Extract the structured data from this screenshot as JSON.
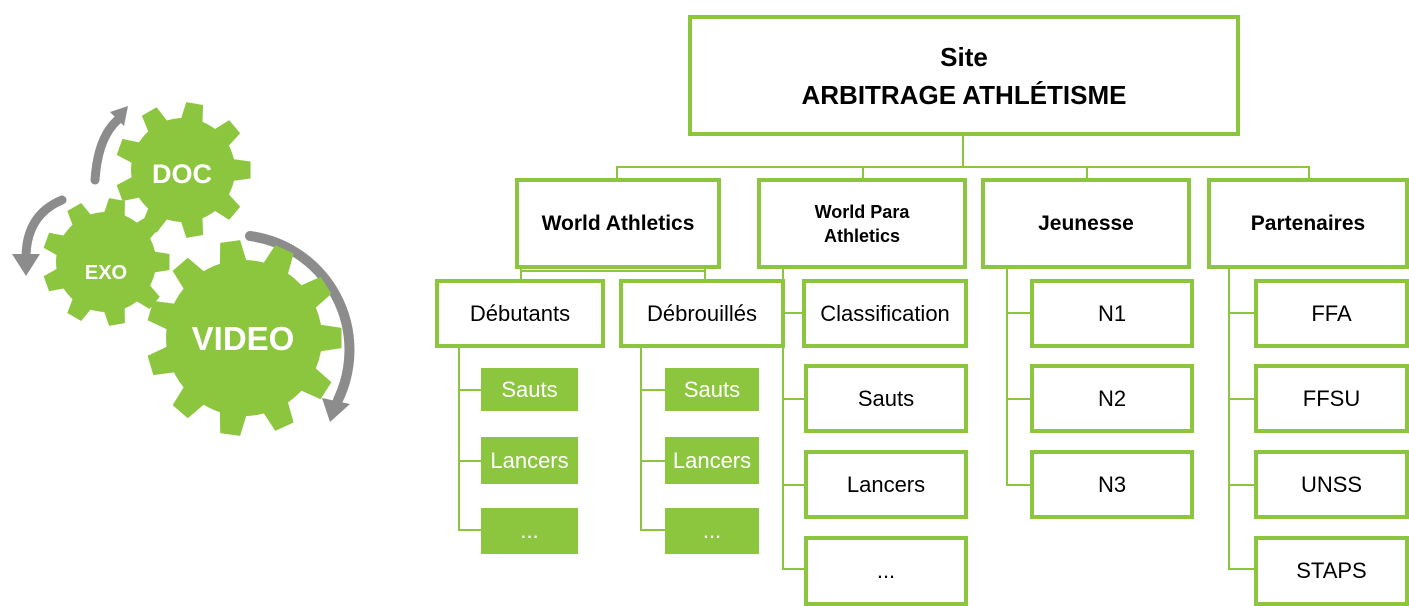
{
  "gears": {
    "doc": "DOC",
    "exo": "EXO",
    "video": "VIDEO"
  },
  "root": {
    "line1": "Site",
    "line2": "ARBITRAGE ATHLÉTISME"
  },
  "categories": {
    "world_athletics": "World Athletics",
    "world_para_line1": "World Para",
    "world_para_line2": "Athletics",
    "jeunesse": "Jeunesse",
    "partenaires": "Partenaires"
  },
  "world_athletics": {
    "debutants": {
      "label": "Débutants",
      "items": [
        "Sauts",
        "Lancers",
        "..."
      ]
    },
    "debrouilles": {
      "label": "Débrouillés",
      "items": [
        "Sauts",
        "Lancers",
        "..."
      ]
    }
  },
  "world_para": {
    "items": [
      "Classification",
      "Sauts",
      "Lancers",
      "..."
    ]
  },
  "jeunesse": {
    "items": [
      "N1",
      "N2",
      "N3"
    ]
  },
  "partenaires": {
    "items": [
      "FFA",
      "FFSU",
      "UNSS",
      "STAPS"
    ]
  },
  "colors": {
    "accent": "#8cc63f",
    "arrow": "#8c8c8c"
  }
}
